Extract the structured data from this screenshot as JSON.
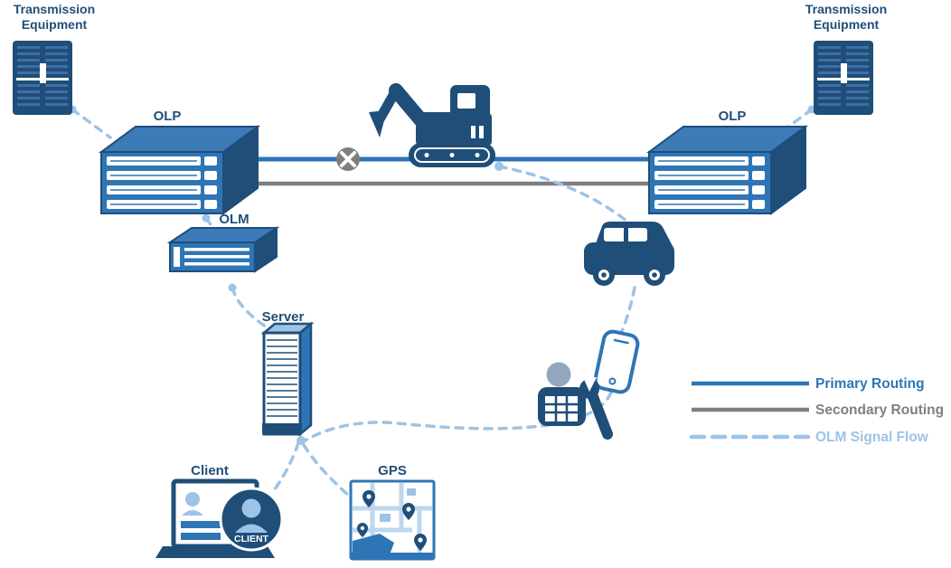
{
  "labels": {
    "transmission_left": "Transmission Equipment",
    "transmission_right": "Transmission Equipment",
    "olp_left": "OLP",
    "olp_right": "OLP",
    "olm": "OLM",
    "server": "Server",
    "client": "Client",
    "client_badge": "CLIENT",
    "gps": "GPS"
  },
  "legend": {
    "primary": {
      "label": "Primary Routing",
      "color": "#2E75B6"
    },
    "secondary": {
      "label": "Secondary Routing",
      "color": "#7F7F7F"
    },
    "olm_flow": {
      "label": "OLM Signal Flow",
      "color": "#9DC3E6"
    }
  },
  "colors": {
    "navy": "#1F4E79",
    "blue": "#2E75B6",
    "light_blue": "#9DC3E6",
    "pale_blue": "#BDD7EE",
    "gray": "#7F7F7F"
  }
}
